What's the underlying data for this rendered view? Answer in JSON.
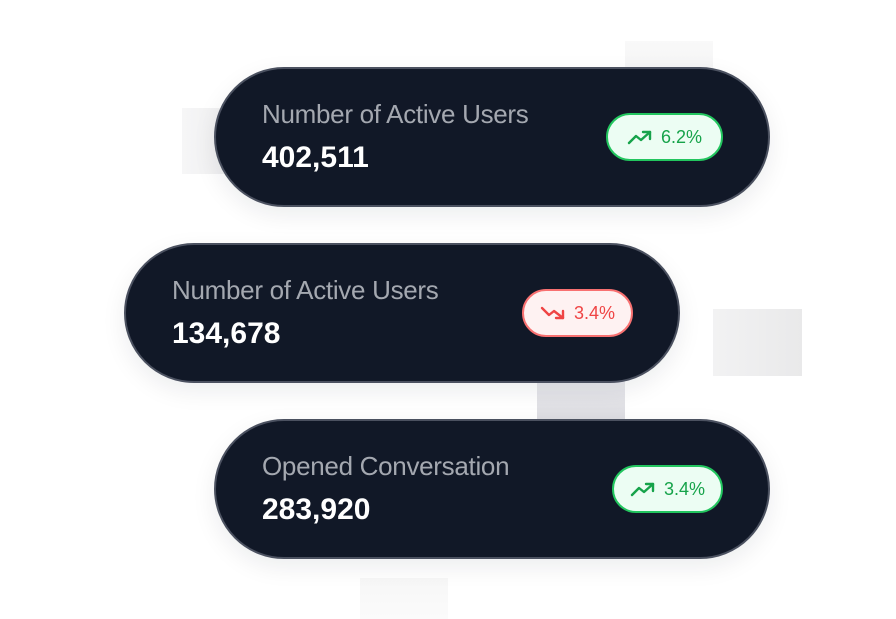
{
  "cards": [
    {
      "label": "Number of Active Users",
      "value": "402,511",
      "change": "6.2%",
      "trend": "up"
    },
    {
      "label": "Number of Active Users",
      "value": "134,678",
      "change": "3.4%",
      "trend": "down"
    },
    {
      "label": "Opened Conversation",
      "value": "283,920",
      "change": "3.4%",
      "trend": "up"
    }
  ],
  "colors": {
    "card_bg": "#111827",
    "up": "#16a34a",
    "down": "#ef4444"
  },
  "icons": {
    "up": "trend-up-icon",
    "down": "trend-down-icon"
  }
}
